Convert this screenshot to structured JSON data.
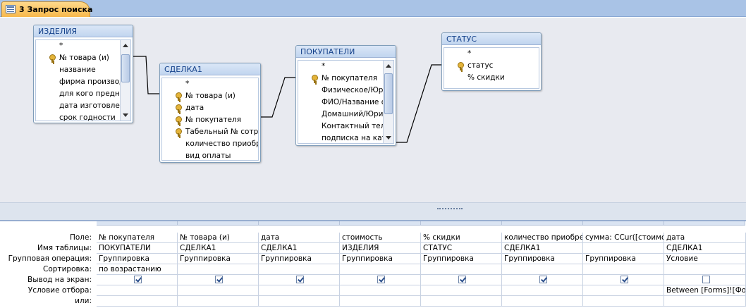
{
  "tab": {
    "title": "3 Запрос поиска",
    "icon": "query-icon"
  },
  "tables": {
    "izdeliya": {
      "title": "ИЗДЕЛИЯ",
      "fields": [
        {
          "name": "*",
          "key": false
        },
        {
          "name": "№ товара (и)",
          "key": true
        },
        {
          "name": "название",
          "key": false
        },
        {
          "name": "фирма производ",
          "key": false
        },
        {
          "name": "для кого предна",
          "key": false
        },
        {
          "name": "дата изготовлен",
          "key": false
        },
        {
          "name": "срок годности",
          "key": false
        }
      ]
    },
    "sdelka": {
      "title": "СДЕЛКА1",
      "fields": [
        {
          "name": "*",
          "key": false
        },
        {
          "name": "№ товара (и)",
          "key": true
        },
        {
          "name": "дата",
          "key": true
        },
        {
          "name": "№ покупателя",
          "key": true
        },
        {
          "name": "Табельный № сотру",
          "key": true
        },
        {
          "name": "количество приобр",
          "key": false
        },
        {
          "name": "вид оплаты",
          "key": false
        }
      ]
    },
    "pokupateli": {
      "title": "ПОКУПАТЕЛИ",
      "fields": [
        {
          "name": "*",
          "key": false
        },
        {
          "name": "№ покупателя",
          "key": true
        },
        {
          "name": "Физическое/Юри",
          "key": false
        },
        {
          "name": "ФИО/Название о",
          "key": false
        },
        {
          "name": "Домашний/Юри",
          "key": false
        },
        {
          "name": "Контактный теле",
          "key": false
        },
        {
          "name": "подписка на кат",
          "key": false
        }
      ]
    },
    "status": {
      "title": "СТАТУС",
      "fields": [
        {
          "name": "*",
          "key": false
        },
        {
          "name": "статус",
          "key": true
        },
        {
          "name": "% скидки",
          "key": false
        }
      ]
    }
  },
  "grid": {
    "row_labels": [
      "Поле:",
      "Имя таблицы:",
      "Групповая операция:",
      "Сортировка:",
      "Вывод на экран:",
      "Условие отбора:",
      "или:"
    ],
    "columns": [
      {
        "field": "№ покупателя",
        "table": "ПОКУПАТЕЛИ",
        "group": "Группировка",
        "sort": "по возрастанию",
        "show": true,
        "criteria": "",
        "or": ""
      },
      {
        "field": "№ товара (и)",
        "table": "СДЕЛКА1",
        "group": "Группировка",
        "sort": "",
        "show": true,
        "criteria": "",
        "or": ""
      },
      {
        "field": "дата",
        "table": "СДЕЛКА1",
        "group": "Группировка",
        "sort": "",
        "show": true,
        "criteria": "",
        "or": ""
      },
      {
        "field": "стоимость",
        "table": "ИЗДЕЛИЯ",
        "group": "Группировка",
        "sort": "",
        "show": true,
        "criteria": "",
        "or": ""
      },
      {
        "field": "% скидки",
        "table": "СТАТУС",
        "group": "Группировка",
        "sort": "",
        "show": true,
        "criteria": "",
        "or": ""
      },
      {
        "field": "количество приобре",
        "table": "СДЕЛКА1",
        "group": "Группировка",
        "sort": "",
        "show": true,
        "criteria": "",
        "or": ""
      },
      {
        "field": "сумма: CCur([стоимос",
        "table": "",
        "group": "Группировка",
        "sort": "",
        "show": true,
        "criteria": "",
        "or": ""
      },
      {
        "field": "дата",
        "table": "СДЕЛКА1",
        "group": "Условие",
        "sort": "",
        "show": false,
        "criteria": "Between [Forms]![Фор",
        "or": ""
      }
    ]
  }
}
